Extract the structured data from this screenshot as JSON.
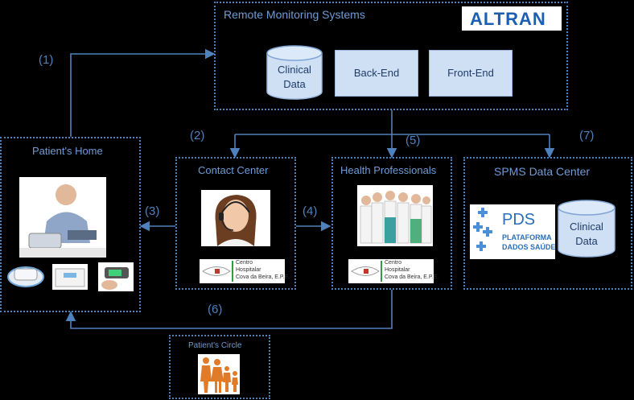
{
  "remote": {
    "title": "Remote Monitoring Systems",
    "items": {
      "clinical_data": "Clinical Data",
      "back_end": "Back-End",
      "front_end": "Front-End"
    },
    "logo": "ALTRAN"
  },
  "patient_home": {
    "title": "Patient's Home"
  },
  "contact_center": {
    "title": "Contact Center"
  },
  "health_professionals": {
    "title": "Health Professionals"
  },
  "spms": {
    "title": "SPMS Data Center",
    "pds_logo": {
      "abbr": "PDS",
      "line1": "PLATAFORMA",
      "line2": "DADOS SAÚDE"
    },
    "clinical_data": "Clinical Data"
  },
  "patient_circle": {
    "title": "Patient's Circle"
  },
  "hospital_logo": {
    "line1": "Centro",
    "line2": "Hospitalar",
    "line3": "Cova da Beira, E.P.E."
  },
  "steps": [
    "(1)",
    "(2)",
    "(3)",
    "(4)",
    "(5)",
    "(6)",
    "(7)"
  ],
  "colors": {
    "background": "#000000",
    "accent": "#4f81bd",
    "button_fill": "#cfe0f5",
    "altran_blue": "#1a5fb4"
  }
}
